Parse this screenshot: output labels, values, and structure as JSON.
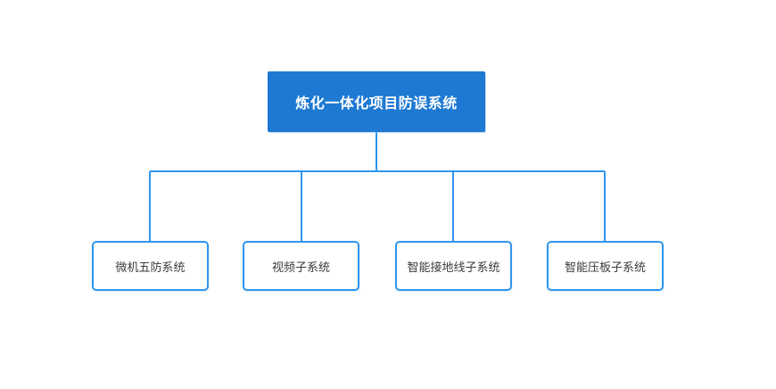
{
  "diagram": {
    "title": "炼化一体化项目防误系统",
    "root": {
      "label": "炼化一体化项目防误系统"
    },
    "children": [
      {
        "label": "微机五防系统"
      },
      {
        "label": "视频子系统"
      },
      {
        "label": "智能接地线子系统"
      },
      {
        "label": "智能压板子系统"
      }
    ]
  },
  "colors": {
    "background": "#ffffff",
    "root_fill": "#1e79d2",
    "root_text": "#ffffff",
    "connector": "#2e95ec",
    "child_border": "#2e95ec",
    "child_fill": "#ffffff",
    "child_text": "#3b3b3b"
  }
}
